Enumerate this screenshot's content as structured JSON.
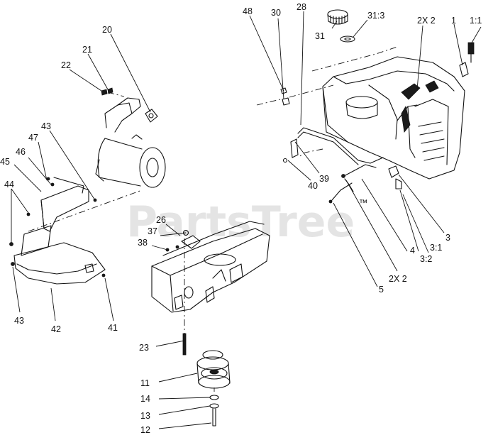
{
  "watermark": "PartsTree",
  "trademark": "™",
  "callouts": {
    "c48": "48",
    "c30": "30",
    "c28": "28",
    "c31": "31",
    "c31_3": "31:3",
    "c2x2_top": "2X 2",
    "c1": "1",
    "c1_1": "1:1",
    "c20": "20",
    "c21": "21",
    "c22": "22",
    "c43_top": "43",
    "c47": "47",
    "c46": "46",
    "c45": "45",
    "c44": "44",
    "c43_bottom": "43",
    "c42": "42",
    "c41": "41",
    "c26": "26",
    "c37": "37",
    "c38": "38",
    "c40": "40",
    "c39": "39",
    "c3": "3",
    "c3_1": "3:1",
    "c3_2": "3:2",
    "c4": "4",
    "c2x2_bottom": "2X 2",
    "c5": "5",
    "c23": "23",
    "c11": "11",
    "c14": "14",
    "c13": "13",
    "c12": "12"
  }
}
